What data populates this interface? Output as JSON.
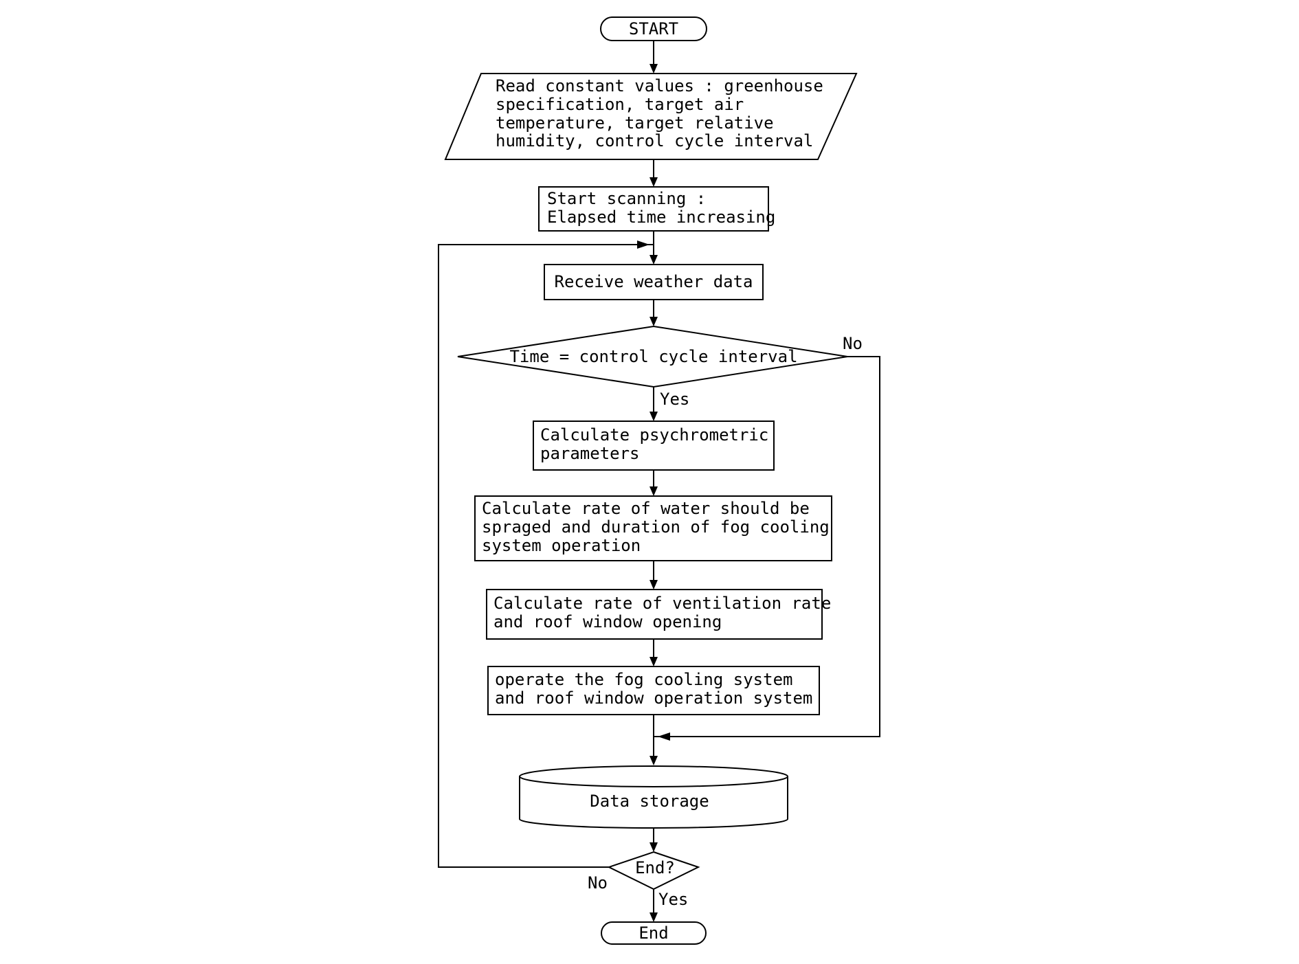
{
  "nodes": {
    "start": "START",
    "read_constants": [
      "Read constant values : greenhouse",
      "specification, target air",
      "temperature, target relative",
      "humidity, control cycle interval"
    ],
    "start_scanning": [
      "Start scanning :",
      "Elapsed time increasing"
    ],
    "receive_weather": "Receive weather data",
    "time_check": "Time = control cycle interval",
    "calc_psychrometric": [
      "Calculate psychrometric",
      "parameters"
    ],
    "calc_water_rate": [
      "Calculate rate of water should be",
      "spraged and duration of fog cooling",
      "system operation"
    ],
    "calc_ventilation": [
      "Calculate rate of ventilation rate",
      "and roof window opening"
    ],
    "operate_fog": [
      "operate the fog cooling system",
      "and roof window operation system"
    ],
    "data_storage": "Data storage",
    "end_check": "End?",
    "end": "End"
  },
  "edge_labels": {
    "time_check_no": "No",
    "time_check_yes": "Yes",
    "end_check_no": "No",
    "end_check_yes": "Yes"
  }
}
